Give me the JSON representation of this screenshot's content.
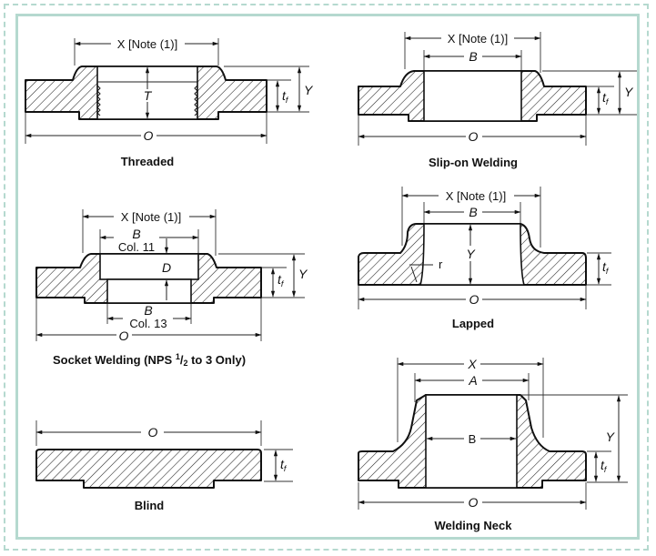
{
  "figure": {
    "border_color": "#b5d9cf",
    "panels": [
      {
        "id": "threaded",
        "caption": "Threaded",
        "labels": {
          "x": "X [Note (1)]",
          "t": "T",
          "tf": "t",
          "tf_sub": "f",
          "y": "Y",
          "o": "O"
        }
      },
      {
        "id": "slip-on",
        "caption": "Slip-on Welding",
        "labels": {
          "x": "X [Note (1)]",
          "b": "B",
          "tf": "t",
          "tf_sub": "f",
          "y": "Y",
          "o": "O"
        }
      },
      {
        "id": "socket",
        "caption": "Socket Welding (NPS ",
        "caption_frac_num": "1",
        "caption_frac_den": "2",
        "caption_tail": " to 3 Only)",
        "labels": {
          "x": "X [Note (1)]",
          "b_top": "B",
          "col11": "Col. 11",
          "d": "D",
          "b_bottom": "B",
          "col13": "Col. 13",
          "tf": "t",
          "tf_sub": "f",
          "y": "Y",
          "o": "O"
        }
      },
      {
        "id": "lapped",
        "caption": "Lapped",
        "labels": {
          "x": "X [Note (1)]",
          "b": "B",
          "y": "Y",
          "r": "r",
          "tf": "t",
          "tf_sub": "f",
          "o": "O"
        }
      },
      {
        "id": "blind",
        "caption": "Blind",
        "labels": {
          "o": "O",
          "tf": "t",
          "tf_sub": "f"
        }
      },
      {
        "id": "welding-neck",
        "caption": "Welding Neck",
        "labels": {
          "x": "X",
          "a": "A",
          "b": "B",
          "y": "Y",
          "tf": "t",
          "tf_sub": "f",
          "o": "O"
        }
      }
    ]
  }
}
